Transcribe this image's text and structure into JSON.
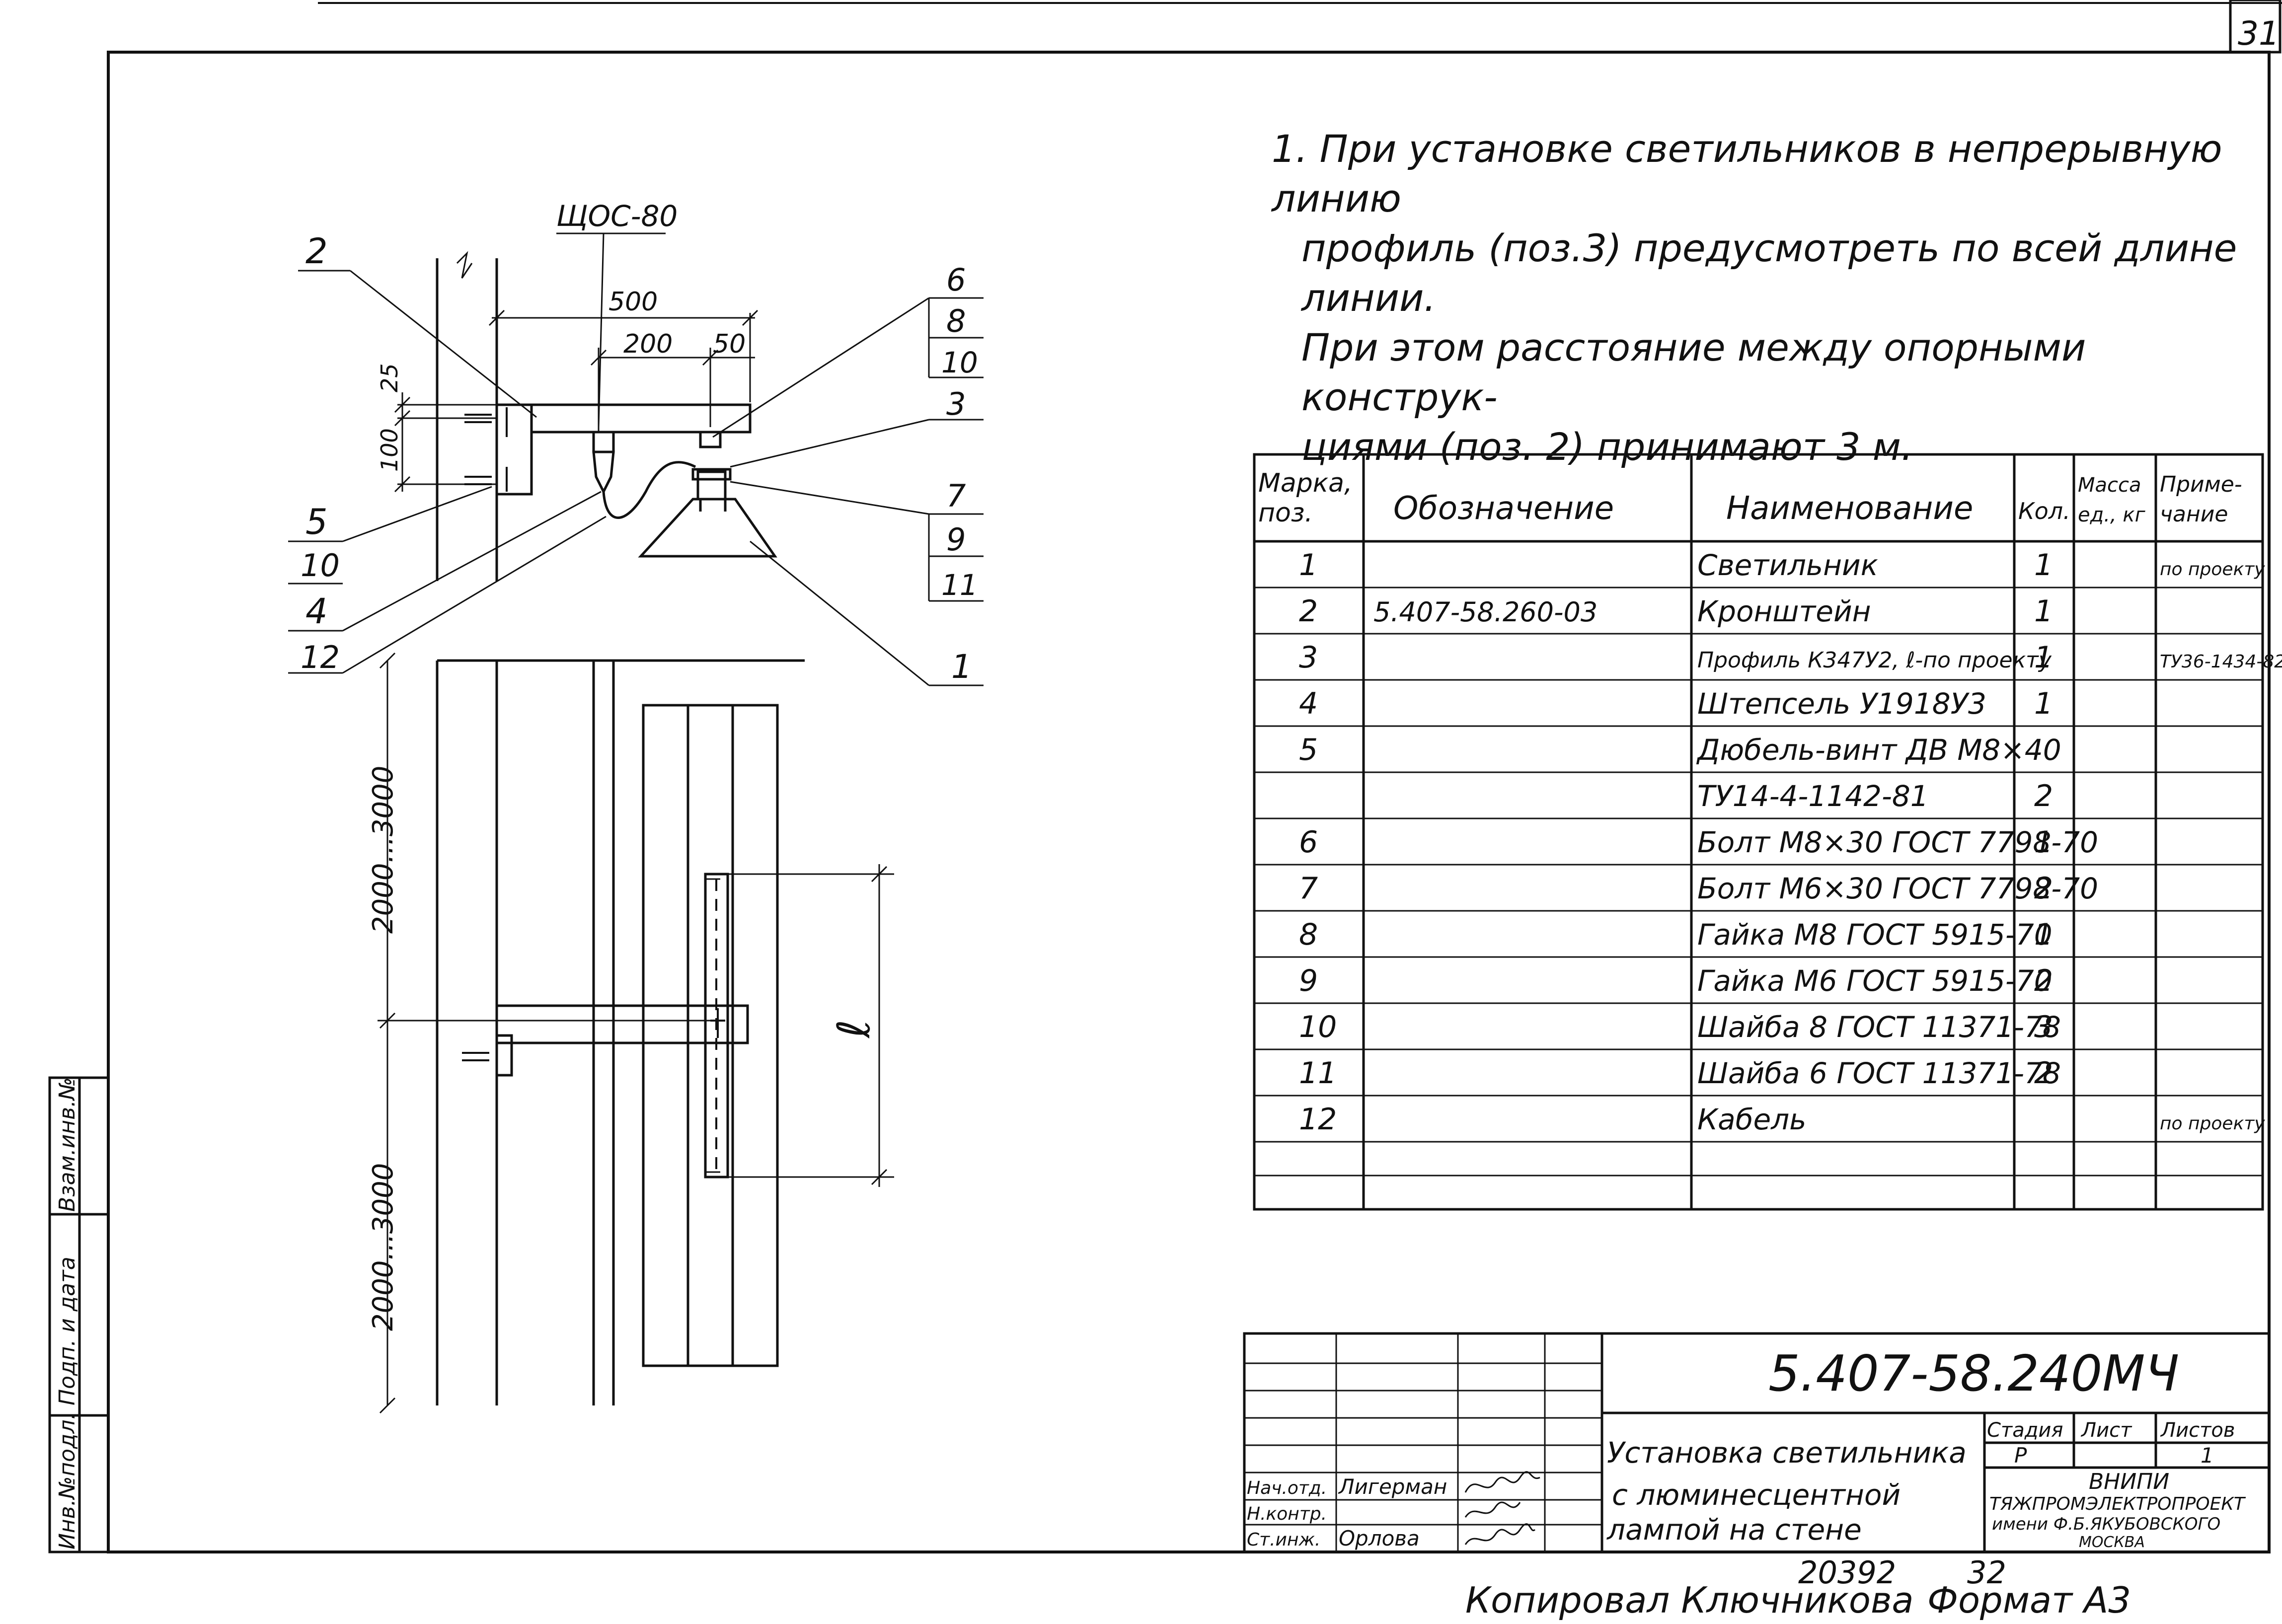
{
  "sheet_number": "31",
  "note": {
    "line1": "1. При установке светильников в непрерывную линию",
    "line2": "профиль (поз.3) предусмотреть по всей длине линии.",
    "line3": "При этом расстояние между опорными конструк-",
    "line4": "циями (поз. 2) принимают 3 м."
  },
  "drawing": {
    "shos_label": "ЩОС-80",
    "dim_500": "500",
    "dim_200": "200",
    "dim_50": "50",
    "dim_25": "25",
    "dim_100": "100",
    "dim_height_upper": "2000...3000",
    "dim_height_lower": "2000...3000",
    "dim_length": "ℓ",
    "callouts_left": [
      "2",
      "5",
      "10",
      "4",
      "12"
    ],
    "callouts_right": [
      "6",
      "8",
      "10",
      "3",
      "7",
      "9",
      "11",
      "1"
    ]
  },
  "spec_table": {
    "headers": [
      "Марка, поз.",
      "Обозначение",
      "Наименование",
      "Кол.",
      "Масса ед., кг",
      "Приме- чание"
    ],
    "rows": [
      [
        "1",
        "",
        "Светильник",
        "1",
        "",
        "по проекту"
      ],
      [
        "2",
        "5.407-58.260-03",
        "Кронштейн",
        "1",
        "",
        ""
      ],
      [
        "3",
        "",
        "Профиль К347У2, ℓ-по проекту",
        "1",
        "",
        "ТУ36-1434-82"
      ],
      [
        "4",
        "",
        "Штепсель У1918У3",
        "1",
        "",
        ""
      ],
      [
        "5",
        "",
        "Дюбель-винт ДВ М8×40",
        "",
        "",
        ""
      ],
      [
        "",
        "",
        "ТУ14-4-1142-81",
        "2",
        "",
        ""
      ],
      [
        "6",
        "",
        "Болт М8×30 ГОСТ 7798-70",
        "1",
        "",
        ""
      ],
      [
        "7",
        "",
        "Болт М6×30 ГОСТ 7798-70",
        "2",
        "",
        ""
      ],
      [
        "8",
        "",
        "Гайка М8 ГОСТ 5915-70",
        "1",
        "",
        ""
      ],
      [
        "9",
        "",
        "Гайка М6 ГОСТ 5915-70",
        "2",
        "",
        ""
      ],
      [
        "10",
        "",
        "Шайба 8 ГОСТ 11371-78",
        "3",
        "",
        ""
      ],
      [
        "11",
        "",
        "Шайба 6 ГОСТ 11371-78",
        "2",
        "",
        ""
      ],
      [
        "12",
        "",
        "Кабель",
        "",
        "",
        "по проекту"
      ],
      [
        "",
        "",
        "",
        "",
        "",
        ""
      ],
      [
        "",
        "",
        "",
        "",
        "",
        ""
      ]
    ]
  },
  "title_block": {
    "doc_code": "5.407-58.240МЧ",
    "title_line1": "Установка светильника",
    "title_line2": "с люминесцентной",
    "title_line3": "лампой на стене",
    "stage_label": "Стадия",
    "sheet_label": "Лист",
    "sheets_label": "Листов",
    "stage_value": "Р",
    "sheets_value": "1",
    "org_line1": "ВНИПИ",
    "org_line2": "ТЯЖПРОМЭЛЕКТРОПРОЕКТ",
    "org_line3": "имени Ф.Б.ЯКУБОВСКОГО",
    "org_line4": "МОСКВА",
    "roles": [
      "Нач.отд.",
      "Н.контр.",
      "Ст.инж."
    ],
    "names": [
      "Лигерман",
      "",
      "Орлова"
    ]
  },
  "side_stamp": {
    "cell1": "Взам.инв.№",
    "cell2": "Подп. и дата",
    "cell3": "Инв.№подл."
  },
  "footer": {
    "number1": "20392",
    "number2": "32",
    "copied_by": "Копировал Ключникова",
    "format": "Формат А3"
  }
}
